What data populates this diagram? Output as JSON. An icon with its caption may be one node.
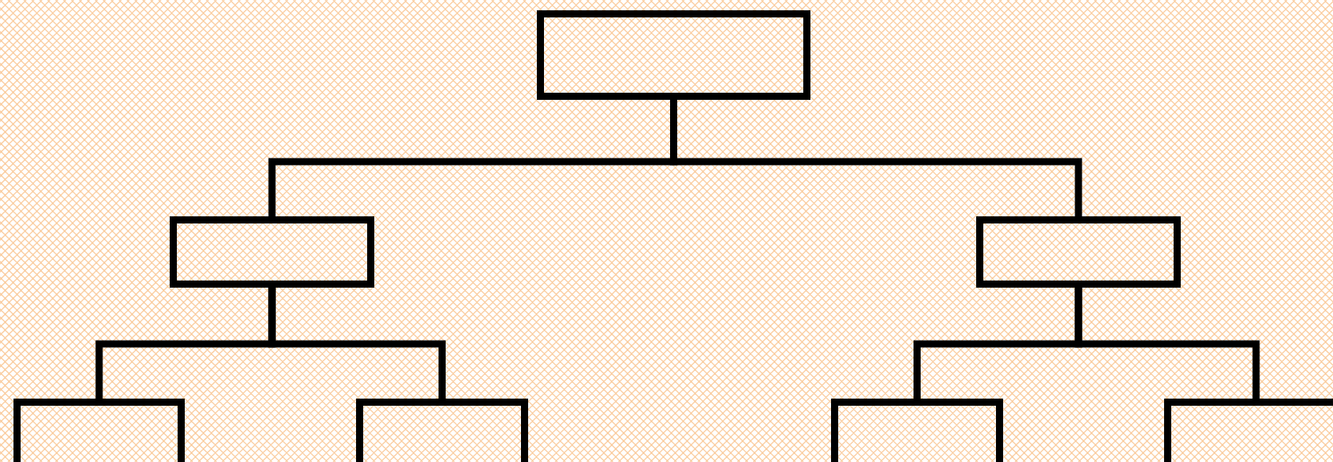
{
  "diagram": {
    "nodes": [
      {
        "text": [],
        "shape": "box"
      },
      {
        "text": [],
        "shape": "box"
      },
      {
        "text": [],
        "shape": "box"
      },
      {
        "text": [],
        "shape": "box"
      },
      {
        "text": [],
        "shape": "box"
      },
      {
        "text": [],
        "shape": "box"
      },
      {
        "text": [],
        "shape": "box"
      }
    ],
    "edges": [
      {
        "from": 0,
        "to": 1,
        "arrow": "none"
      },
      {
        "from": 0,
        "to": 2,
        "arrow": "none"
      },
      {
        "from": 1,
        "to": 3,
        "arrow": "none"
      },
      {
        "from": 1,
        "to": 4,
        "arrow": "none"
      },
      {
        "from": 2,
        "to": 5,
        "arrow": "none"
      },
      {
        "from": 2,
        "to": 6,
        "arrow": "none"
      }
    ]
  }
}
